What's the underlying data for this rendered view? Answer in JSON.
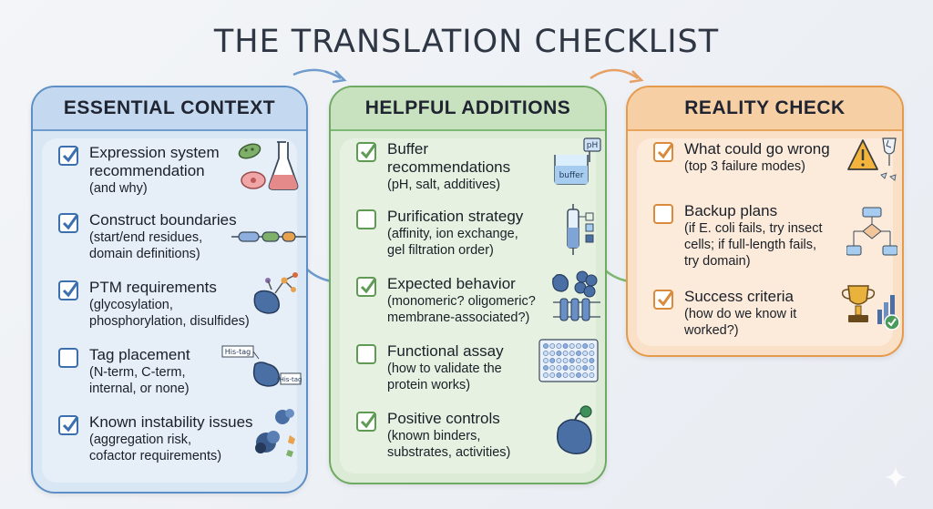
{
  "title": "THE TRANSLATION CHECKLIST",
  "columns": [
    {
      "header": "ESSENTIAL CONTEXT",
      "items": [
        {
          "lines": [
            "Expression system",
            "recommendation"
          ],
          "sub": [
            "(and why)"
          ],
          "checked": true
        },
        {
          "lines": [
            "Construct boundaries"
          ],
          "sub": [
            "(start/end residues,",
            "domain definitions)"
          ],
          "checked": true
        },
        {
          "lines": [
            "PTM requirements"
          ],
          "sub": [
            "(glycosylation,",
            "phosphorylation, disulfides)"
          ],
          "checked": true
        },
        {
          "lines": [
            "Tag placement"
          ],
          "sub": [
            "(N-term, C-term,",
            "internal, or none)"
          ],
          "checked": false,
          "icon_labels": [
            "His-tag",
            "His-tag"
          ]
        },
        {
          "lines": [
            "Known instability issues"
          ],
          "sub": [
            "(aggregation risk,",
            "cofactor requirements)"
          ],
          "checked": true
        }
      ]
    },
    {
      "header": "HELPFUL ADDITIONS",
      "items": [
        {
          "lines": [
            "Buffer",
            "recommendations"
          ],
          "sub": [
            "(pH, salt, additives)"
          ],
          "checked": true,
          "icon_labels": [
            "pH",
            "buffer"
          ]
        },
        {
          "lines": [
            "Purification strategy"
          ],
          "sub": [
            "(affinity, ion exchange,",
            "gel filtration order)"
          ],
          "checked": false
        },
        {
          "lines": [
            "Expected behavior"
          ],
          "sub": [
            "(monomeric? oligomeric?",
            "membrane-associated?)"
          ],
          "checked": true
        },
        {
          "lines": [
            "Functional assay"
          ],
          "sub": [
            "(how to validate the",
            "protein works)"
          ],
          "checked": false
        },
        {
          "lines": [
            "Positive controls"
          ],
          "sub": [
            "(known binders,",
            "substrates, activities)"
          ],
          "checked": true
        }
      ]
    },
    {
      "header": "REALITY CHECK",
      "items": [
        {
          "lines": [
            "What could go wrong"
          ],
          "sub": [
            "(top 3 failure modes)"
          ],
          "checked": true
        },
        {
          "lines": [
            "Backup plans"
          ],
          "sub": [
            "(if E. coli fails, try insect",
            "cells; if full-length fails,",
            "try domain)"
          ],
          "checked": false
        },
        {
          "lines": [
            "Success criteria"
          ],
          "sub": [
            "(how do we know it",
            "worked?)"
          ],
          "checked": true
        }
      ]
    }
  ],
  "colors": {
    "blue": "#5d8fc6",
    "green": "#6faa62",
    "orange": "#e69a4c",
    "check_blue": "#3b6fad",
    "check_green": "#5f9b54",
    "check_orange": "#d98a3d"
  },
  "icons": [
    "bacteria-flask-icon",
    "construct-bar-icon",
    "ptm-protein-icon",
    "his-tag-protein-icon",
    "aggregate-icon",
    "buffer-ph-icon",
    "column-icon",
    "oligomer-membrane-icon",
    "well-plate-icon",
    "enzyme-icon",
    "warning-broken-glass-icon",
    "flowchart-icon",
    "trophy-chart-icon"
  ]
}
